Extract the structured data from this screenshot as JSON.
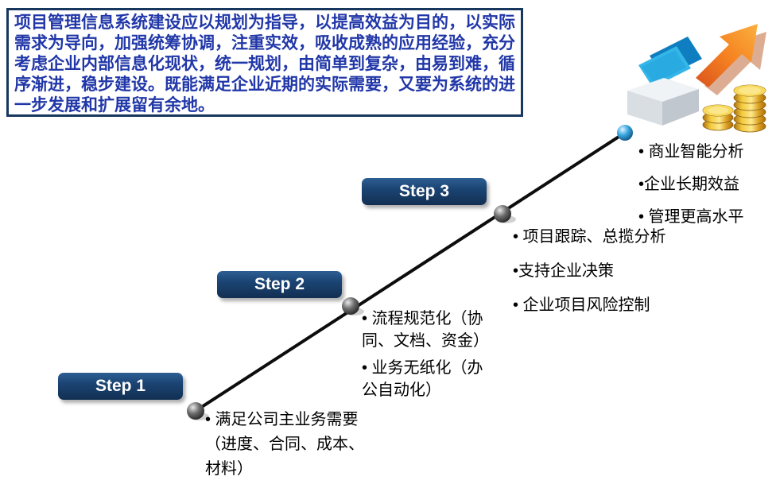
{
  "intro": {
    "text": "项目管理信息系统建设应以规划为指导，以提高效益为目的，以实际需求为导向，加强统筹协调，注重实效，吸收成熟的应用经验，充分考虑企业内部信息化现状，统一规划，由简单到复杂，由易到难，循序渐进，稳步建设。既能满足企业近期的实际需要，又要为系统的进一步发展和扩展留有余地。"
  },
  "steps": [
    {
      "label": "Step 1",
      "bullets": [
        "• 满足公司主业务需要（进度、合同、成本、材料）"
      ]
    },
    {
      "label": "Step 2",
      "bullets": [
        "• 流程规范化（协同、文档、资金）",
        "• 业务无纸化（办公自动化）"
      ]
    },
    {
      "label": "Step 3",
      "bullets": [
        "• 项目跟踪、总揽分析",
        "•支持企业决策",
        "• 企业项目风险控制"
      ]
    }
  ],
  "goal": {
    "bullets": [
      "• 商业智能分析",
      "•企业长期效益",
      "• 管理更高水平"
    ]
  },
  "graphics": {
    "clipart": "books-coins-growth-arrow-icon",
    "nodes": [
      "step1-node",
      "step2-node",
      "step3-node",
      "goal-node"
    ]
  },
  "colors": {
    "step_button": "#17375E",
    "intro_border": "#17375E",
    "intro_text": "#2137A8",
    "bullet_text": "#000000",
    "line": "#0d0d0d",
    "node_gray": "#3f3f3f",
    "node_blue": "#2E9BD6",
    "coin_gold": "#F0B429",
    "book_cyan": "#29ABE2",
    "arrow_orange": "#F58220"
  }
}
